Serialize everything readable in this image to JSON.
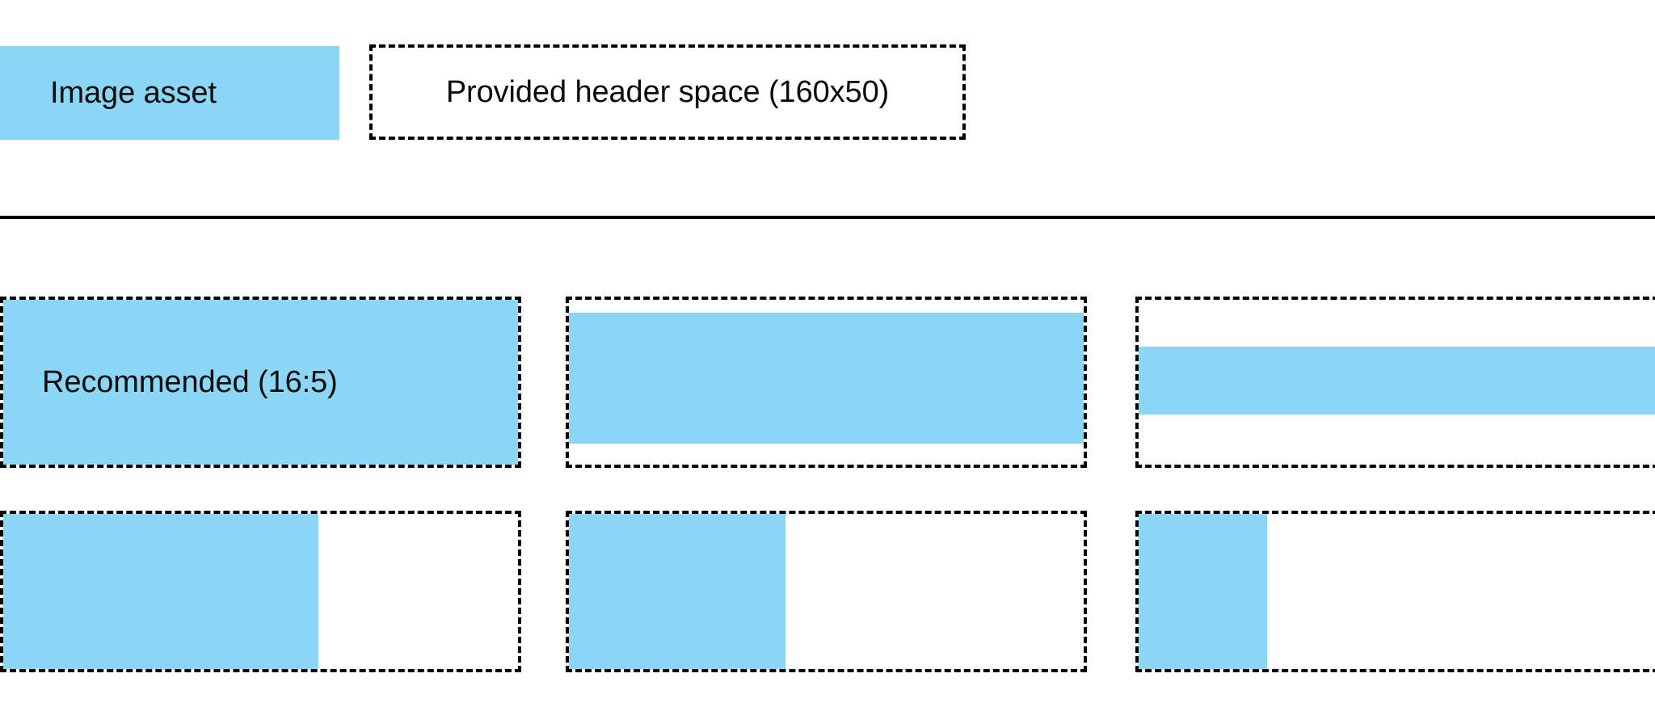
{
  "colors": {
    "asset_blue": "#8AD6F4",
    "outline": "#000000",
    "text": "#0B0B0B",
    "background": "#FFFFFF"
  },
  "legend": {
    "swatch_label": "Image asset",
    "slot_label": "Provided header space (160x50)"
  },
  "divider": {
    "present": true
  },
  "specimens": {
    "rows": [
      {
        "row_name": "aspect-ratio-row",
        "tiles": [
          {
            "name": "recommended-16-5",
            "label": "Recommended (16:5)",
            "fill_style": "full"
          },
          {
            "name": "taller-asset",
            "label": "",
            "fill_style": "band-tall"
          },
          {
            "name": "shorter-asset",
            "label": "",
            "fill_style": "band-thin"
          }
        ]
      },
      {
        "row_name": "width-row",
        "tiles": [
          {
            "name": "narrower-asset-61",
            "label": "",
            "fill_style": "left-61"
          },
          {
            "name": "narrower-asset-42",
            "label": "",
            "fill_style": "left-42"
          },
          {
            "name": "narrower-asset-25",
            "label": "",
            "fill_style": "left-25"
          }
        ]
      }
    ]
  }
}
